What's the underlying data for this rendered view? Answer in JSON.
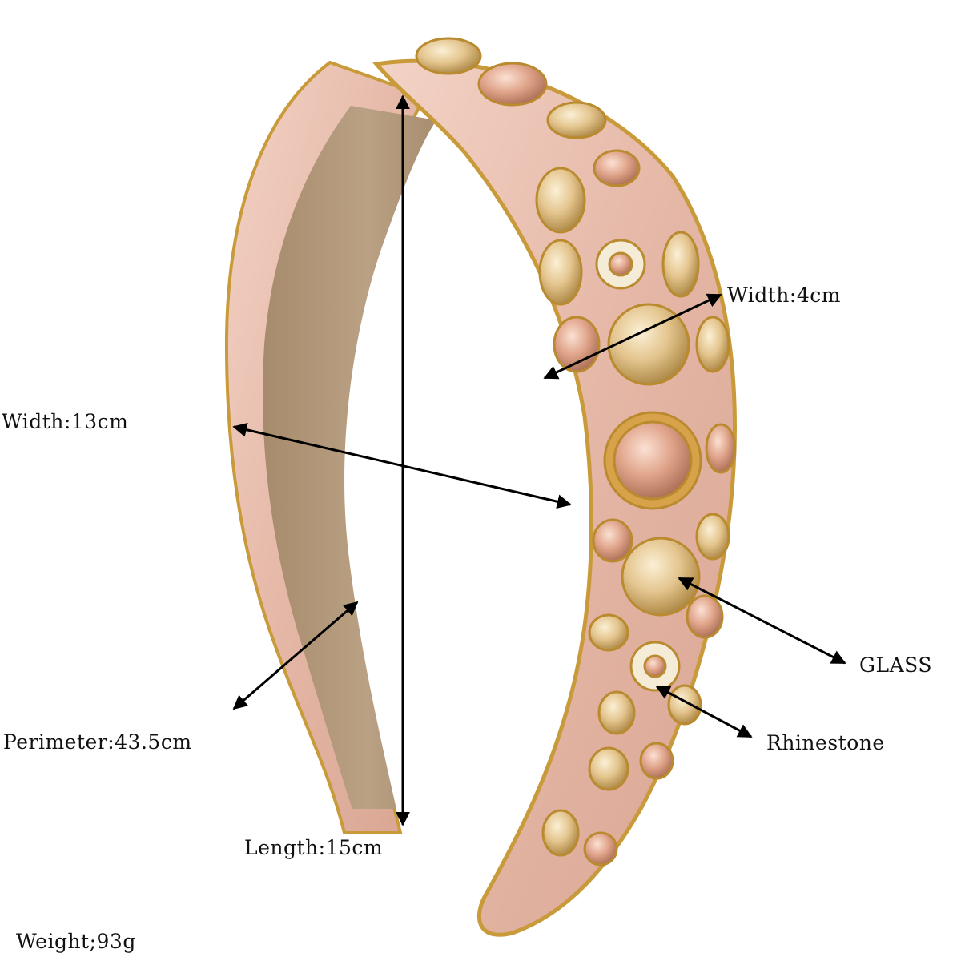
{
  "labels": {
    "width_4": "Width:4cm",
    "width_13": "Width:13cm",
    "glass": "GLASS",
    "rhinestone": "Rhinestone",
    "perimeter": "Perimeter:43.5cm",
    "length": "Length:15cm",
    "weight": "Weight;93g"
  },
  "colors": {
    "satin_pink": "#e9bfb0",
    "suede_lining": "#b39a7c",
    "gold_trim": "#c99a3a",
    "crystal_champagne": "#e6c891",
    "crystal_peach": "#e2a58c",
    "arrow": "#000000"
  }
}
